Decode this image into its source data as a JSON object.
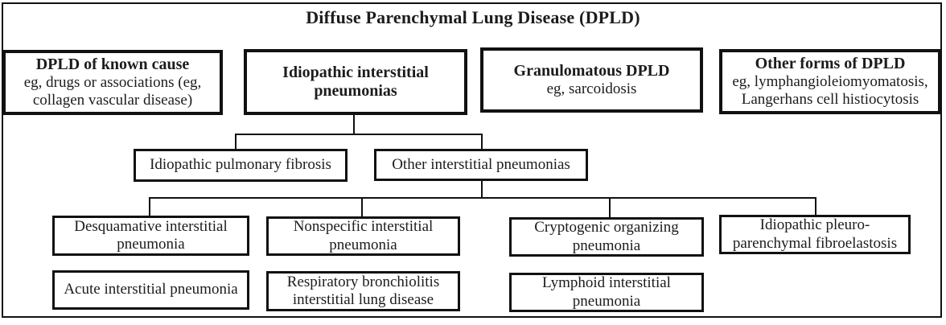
{
  "figure": {
    "title": "Diffuse Parenchymal Lung Disease (DPLD)"
  },
  "level1": [
    {
      "title": "DPLD of known cause",
      "subtitle": "eg, drugs or associations (eg, collagen vascular disease)"
    },
    {
      "title": "Idiopathic interstitial pneumonias"
    },
    {
      "title": "Granulomatous DPLD",
      "subtitle": "eg, sarcoidosis"
    },
    {
      "title": "Other forms of DPLD",
      "subtitle": "eg, lymphangioleiomyomatosis, Langerhans cell histiocytosis"
    }
  ],
  "level2": [
    {
      "label": "Idiopathic pulmonary fibrosis"
    },
    {
      "label": "Other interstitial pneumonias"
    }
  ],
  "level3": [
    {
      "label": "Desquamative interstitial pneumonia"
    },
    {
      "label": "Nonspecific interstitial pneumonia"
    },
    {
      "label": "Cryptogenic organizing pneumonia"
    },
    {
      "label": "Idiopathic pleuro-parenchymal fibroelastosis"
    }
  ],
  "level4": [
    {
      "label": "Acute interstitial pneumonia"
    },
    {
      "label": "Respiratory bronchiolitis interstitial lung disease"
    },
    {
      "label": "Lymphoid interstitial pneumonia"
    }
  ],
  "colors": {
    "border": "#111111",
    "text": "#1c1c1c",
    "background": "#ffffff"
  }
}
